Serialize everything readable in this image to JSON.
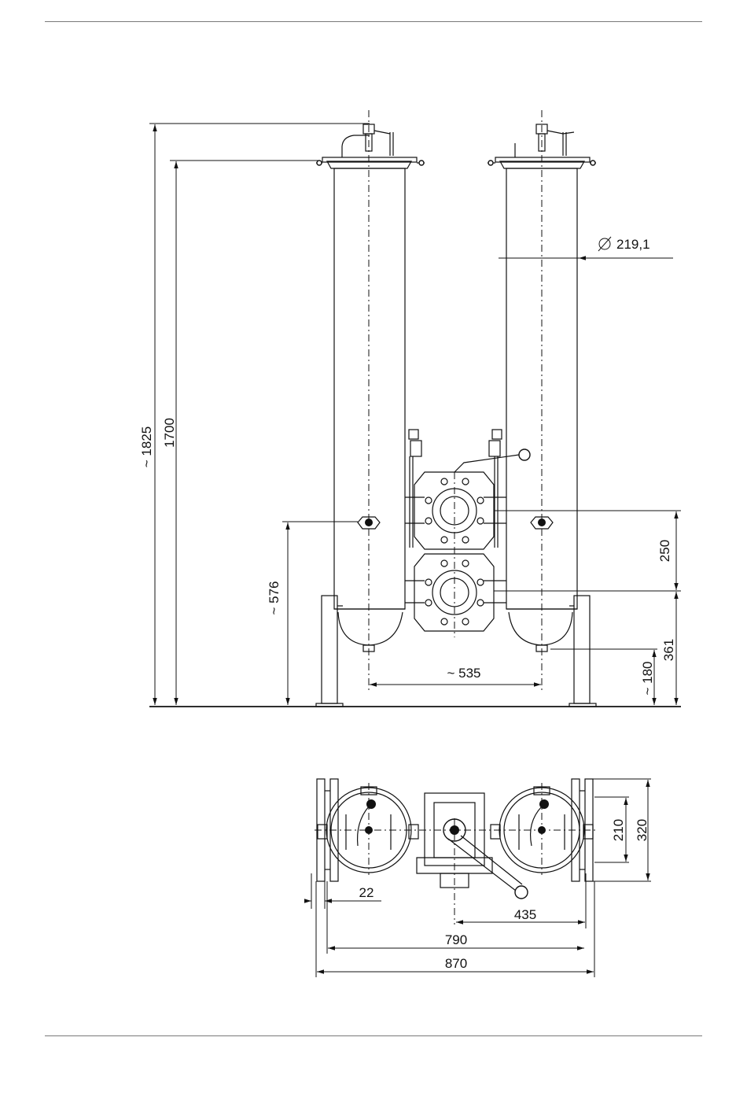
{
  "dimensions": {
    "overall_height": "~ 1825",
    "housing_height": "1700",
    "diameter": "219,1",
    "lower_port_height": "~ 576",
    "port_spacing": "250",
    "port_height": "361",
    "drain_height": "~ 180",
    "housing_spacing": "~ 535",
    "foot_width": "22",
    "lever_length": "435",
    "foot_span": "790",
    "overall_width": "870",
    "mount_spacing": "210",
    "overall_depth": "320"
  },
  "icons": {
    "diameter_symbol": "diameter-icon"
  }
}
